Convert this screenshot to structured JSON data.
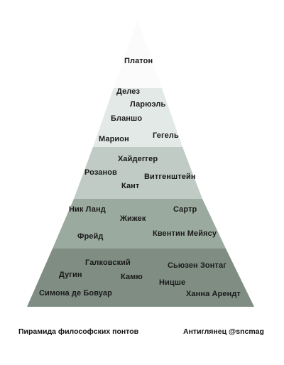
{
  "tiers": [
    {
      "id": "tier-1",
      "color": "#fbfbfb",
      "names": [
        "Платон"
      ]
    },
    {
      "id": "tier-2",
      "color": "#e3e9e6",
      "names": [
        "Делез",
        "Ларюэль",
        "Бланшо",
        "Марион",
        "Гегель"
      ]
    },
    {
      "id": "tier-3",
      "color": "#bfcbc4",
      "names": [
        "Хайдеггер",
        "Розанов",
        "Витгенштейн",
        "Кант"
      ]
    },
    {
      "id": "tier-4",
      "color": "#9baa9f",
      "names": [
        "Ник Ланд",
        "Сартр",
        "Жижек",
        "Фрейд",
        "Квентин Мейясу"
      ]
    },
    {
      "id": "tier-5",
      "color": "#7f8d83",
      "names": [
        "Галковский",
        "Сьюзен Зонтаг",
        "Дугин",
        "Камю",
        "Ницше",
        "Симона де Бовуар",
        "Ханна Арендт"
      ]
    }
  ],
  "caption": {
    "left": "Пирамида философских понтов",
    "right": "Антиглянец @sncmag"
  }
}
